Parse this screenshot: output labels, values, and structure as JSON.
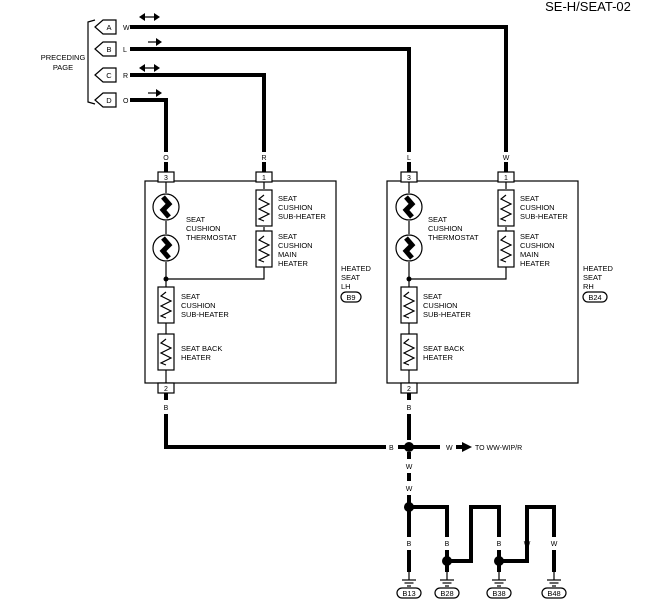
{
  "diagram_id": "SE-H/SEAT-02",
  "preceding_page": {
    "label_line1": "PRECEDING",
    "label_line2": "PAGE",
    "connectors": [
      {
        "letter": "A",
        "color": "W"
      },
      {
        "letter": "B",
        "color": "L"
      },
      {
        "letter": "C",
        "color": "R"
      },
      {
        "letter": "D",
        "color": "O"
      }
    ]
  },
  "seat_lh": {
    "heading": [
      "HEATED",
      "SEAT",
      "LH"
    ],
    "connector": "B9",
    "pin_top_left": "3",
    "pin_top_right": "1",
    "pin_bottom": "2",
    "wire_top_left": "O",
    "wire_top_right": "R",
    "wire_bottom": "B",
    "thermostat": [
      "SEAT",
      "CUSHION",
      "THERMOSTAT"
    ],
    "cushion_sub_heater_right": [
      "SEAT",
      "CUSHION",
      "SUB-HEATER"
    ],
    "cushion_main_heater": [
      "SEAT",
      "CUSHION",
      "MAIN",
      "HEATER"
    ],
    "cushion_sub_heater": [
      "SEAT",
      "CUSHION",
      "SUB-HEATER"
    ],
    "back_heater": [
      "SEAT BACK",
      "HEATER"
    ]
  },
  "seat_rh": {
    "heading": [
      "HEATED",
      "SEAT",
      "RH"
    ],
    "connector": "B24",
    "pin_top_left": "3",
    "pin_top_right": "1",
    "pin_bottom": "2",
    "wire_top_left": "L",
    "wire_top_right": "W",
    "wire_bottom": "B",
    "thermostat": [
      "SEAT",
      "CUSHION",
      "THERMOSTAT"
    ],
    "cushion_sub_heater_right": [
      "SEAT",
      "CUSHION",
      "SUB-HEATER"
    ],
    "cushion_main_heater": [
      "SEAT",
      "CUSHION",
      "MAIN",
      "HEATER"
    ],
    "cushion_sub_heater": [
      "SEAT",
      "CUSHION",
      "SUB-HEATER"
    ],
    "back_heater": [
      "SEAT BACK",
      "HEATER"
    ]
  },
  "ground_section": {
    "junction_wire_left": "B",
    "junction_wire_right": "W",
    "to_label": "TO WW-WIP/R",
    "drop_wire_1": "W",
    "drop_wire_2": "W",
    "grounds": [
      {
        "id": "B13",
        "wire": "B"
      },
      {
        "id": "B28",
        "wire": "B"
      },
      {
        "id": "B38",
        "wire": "B"
      },
      {
        "id": "B48",
        "wire": "W"
      }
    ]
  }
}
